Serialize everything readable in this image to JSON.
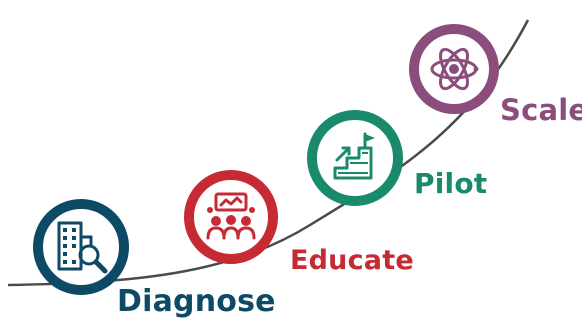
{
  "colors": {
    "curve": "#4a4a4a",
    "diagnose": "#0d4a66",
    "educate": "#c62a33",
    "pilot": "#1a8a6c",
    "scale": "#8b4d7c"
  },
  "stages": [
    {
      "id": "diagnose",
      "label": "Diagnose",
      "icon": "building-magnifier-icon"
    },
    {
      "id": "educate",
      "label": "Educate",
      "icon": "classroom-presentation-icon"
    },
    {
      "id": "pilot",
      "label": "Pilot",
      "icon": "stairs-flag-icon"
    },
    {
      "id": "scale",
      "label": "Scale",
      "icon": "atom-icon"
    }
  ]
}
